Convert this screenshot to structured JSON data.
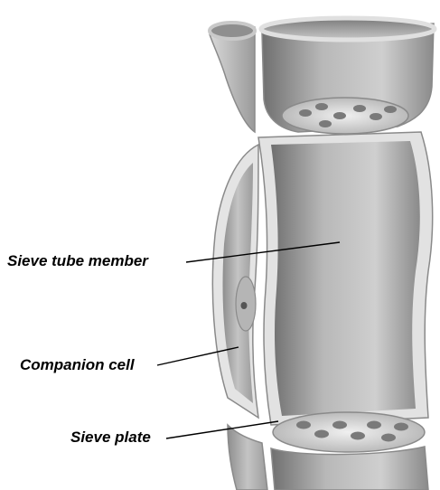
{
  "labels": {
    "sieve_tube_member": "Sieve tube member",
    "companion_cell": "Companion cell",
    "sieve_plate": "Sieve plate"
  },
  "colors": {
    "wall_light": "#e4e4e4",
    "wall_mid": "#bdbdbd",
    "wall_dark": "#7a7a7a",
    "lumen": "#a8a8a8",
    "leader_line": "#000000"
  }
}
